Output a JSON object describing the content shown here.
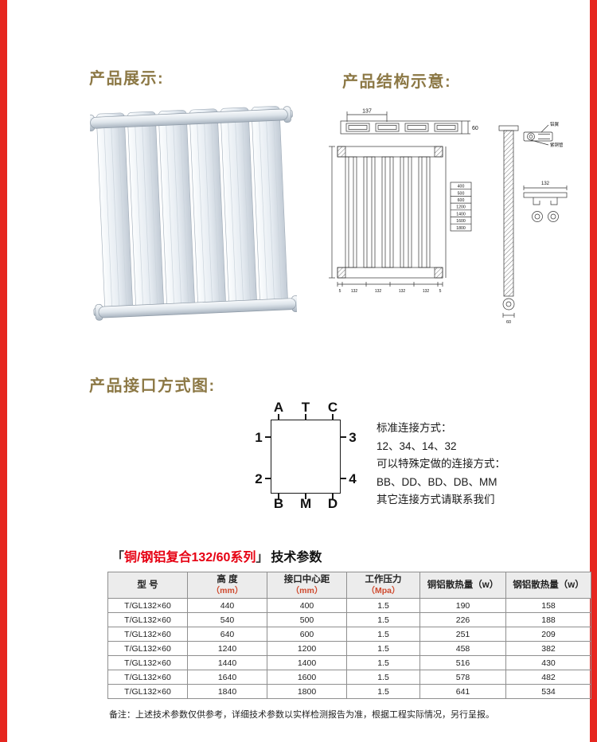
{
  "page": {
    "edge_color": "#e6261f",
    "heading_color": "#8c7845",
    "series_color": "#e60012",
    "unit_color": "#cf4a2e"
  },
  "headings": {
    "display": "产品展示:",
    "structure": "产品结构示意:",
    "interface": "产品接口方式图:"
  },
  "interface": {
    "labels": {
      "top": [
        "A",
        "T",
        "C"
      ],
      "left": [
        "1",
        "2"
      ],
      "right": [
        "3",
        "4"
      ],
      "bottom": [
        "B",
        "M",
        "D"
      ]
    },
    "notes": [
      "标准连接方式：",
      "12、34、14、32",
      "可以特殊定做的连接方式：",
      "BB、DD、BD、DB、MM",
      "其它连接方式请联系我们"
    ]
  },
  "drawings": {
    "top_view": {
      "width": "137",
      "depth": "60"
    },
    "front_view": {
      "bottom_dims": [
        "5",
        "132",
        "132",
        "132",
        "132",
        "5"
      ],
      "scale": [
        "400",
        "500",
        "600",
        "1200",
        "1400",
        "1600",
        "1800"
      ]
    },
    "side_view": {
      "width": "132",
      "depth": "60",
      "label_wing": "铝翼",
      "label_pipe": "紫铜管"
    }
  },
  "specs": {
    "title": {
      "open": "「",
      "series": "铜/钢铝复合132/60系列",
      "close": "」",
      "suffix": "技术参数"
    },
    "table": {
      "headers": [
        {
          "l1": "型  号",
          "l2": ""
        },
        {
          "l1": "高  度",
          "l2": "（mm）"
        },
        {
          "l1": "接口中心距",
          "l2": "（mm）"
        },
        {
          "l1": "工作压力",
          "l2": "（Mpa）"
        },
        {
          "l1": "铜铝散热量（w）",
          "l2": ""
        },
        {
          "l1": "钢铝散热量（w）",
          "l2": ""
        }
      ],
      "rows": [
        [
          "T/GL132×60",
          "440",
          "400",
          "1.5",
          "190",
          "158"
        ],
        [
          "T/GL132×60",
          "540",
          "500",
          "1.5",
          "226",
          "188"
        ],
        [
          "T/GL132×60",
          "640",
          "600",
          "1.5",
          "251",
          "209"
        ],
        [
          "T/GL132×60",
          "1240",
          "1200",
          "1.5",
          "458",
          "382"
        ],
        [
          "T/GL132×60",
          "1440",
          "1400",
          "1.5",
          "516",
          "430"
        ],
        [
          "T/GL132×60",
          "1640",
          "1600",
          "1.5",
          "578",
          "482"
        ],
        [
          "T/GL132×60",
          "1840",
          "1800",
          "1.5",
          "641",
          "534"
        ]
      ]
    },
    "note": "备注：上述技术参数仅供参考，详细技术参数以实样检测报告为准，根据工程实际情况，另行呈报。"
  }
}
